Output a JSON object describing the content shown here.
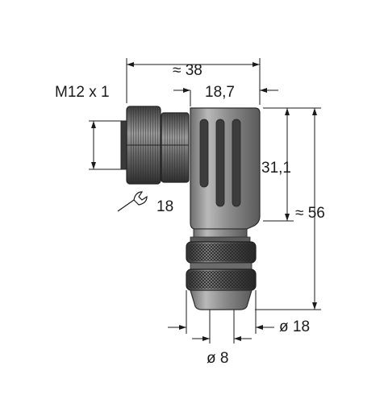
{
  "dimensions": {
    "overall_width": "≈ 38",
    "head_width": "18,7",
    "thread": "M12 x 1",
    "head_height": "31,1",
    "overall_height": "≈ 56",
    "wrench_size": "18",
    "outer_diameter": "ø 18",
    "cable_diameter": "ø 8"
  },
  "colors": {
    "body_dark": "#4a4a4a",
    "body_mid": "#8a8a8a",
    "body_light": "#c8c8c8",
    "line": "#1a1a1a"
  }
}
